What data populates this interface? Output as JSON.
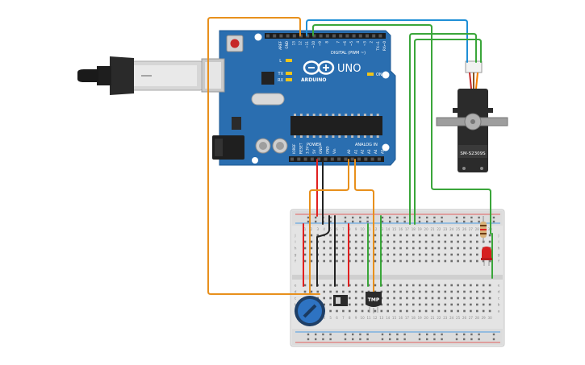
{
  "board": {
    "brand": "UNO",
    "sub_brand": "ARDUINO",
    "digital_label": "DIGITAL (PWM ~)",
    "power_label": "POWER",
    "analog_label": "ANALOG IN",
    "on_label": "ON",
    "l_label": "L",
    "tx_label": "TX",
    "rx_label": "RX",
    "top_pins": [
      "AREF",
      "GND",
      "13",
      "12",
      "~11",
      "~10",
      "~9",
      "8",
      "7",
      "~6",
      "~5",
      "4",
      "~3",
      "2",
      "TX→1",
      "RX←0"
    ],
    "power_pins": [
      "IOREF",
      "RESET",
      "3.3V",
      "5V",
      "GND",
      "GND",
      "Vin"
    ],
    "analog_pins": [
      "A0",
      "A1",
      "A2",
      "A3",
      "A4",
      "A5"
    ]
  },
  "servo": {
    "model": "SM-S2309S"
  },
  "sensor": {
    "label": "TMP"
  },
  "breadboard": {
    "row_letters_top": [
      "j",
      "i",
      "h",
      "g",
      "f"
    ],
    "row_letters_bottom": [
      "e",
      "d",
      "c",
      "b",
      "a"
    ],
    "col_numbers": [
      "1",
      "2",
      "3",
      "4",
      "5",
      "6",
      "7",
      "8",
      "9",
      "10",
      "11",
      "12",
      "13",
      "14",
      "15",
      "16",
      "17",
      "18",
      "19",
      "20",
      "21",
      "22",
      "23",
      "24",
      "25",
      "26",
      "27",
      "28",
      "29",
      "30"
    ]
  },
  "colors": {
    "board": "#2a6eb0",
    "wire_orange": "#e8901c",
    "wire_blue": "#1f8fd6",
    "wire_green": "#3aa63a",
    "wire_red": "#e02020",
    "wire_black": "#222222",
    "breadboard": "#e6e6e6"
  }
}
